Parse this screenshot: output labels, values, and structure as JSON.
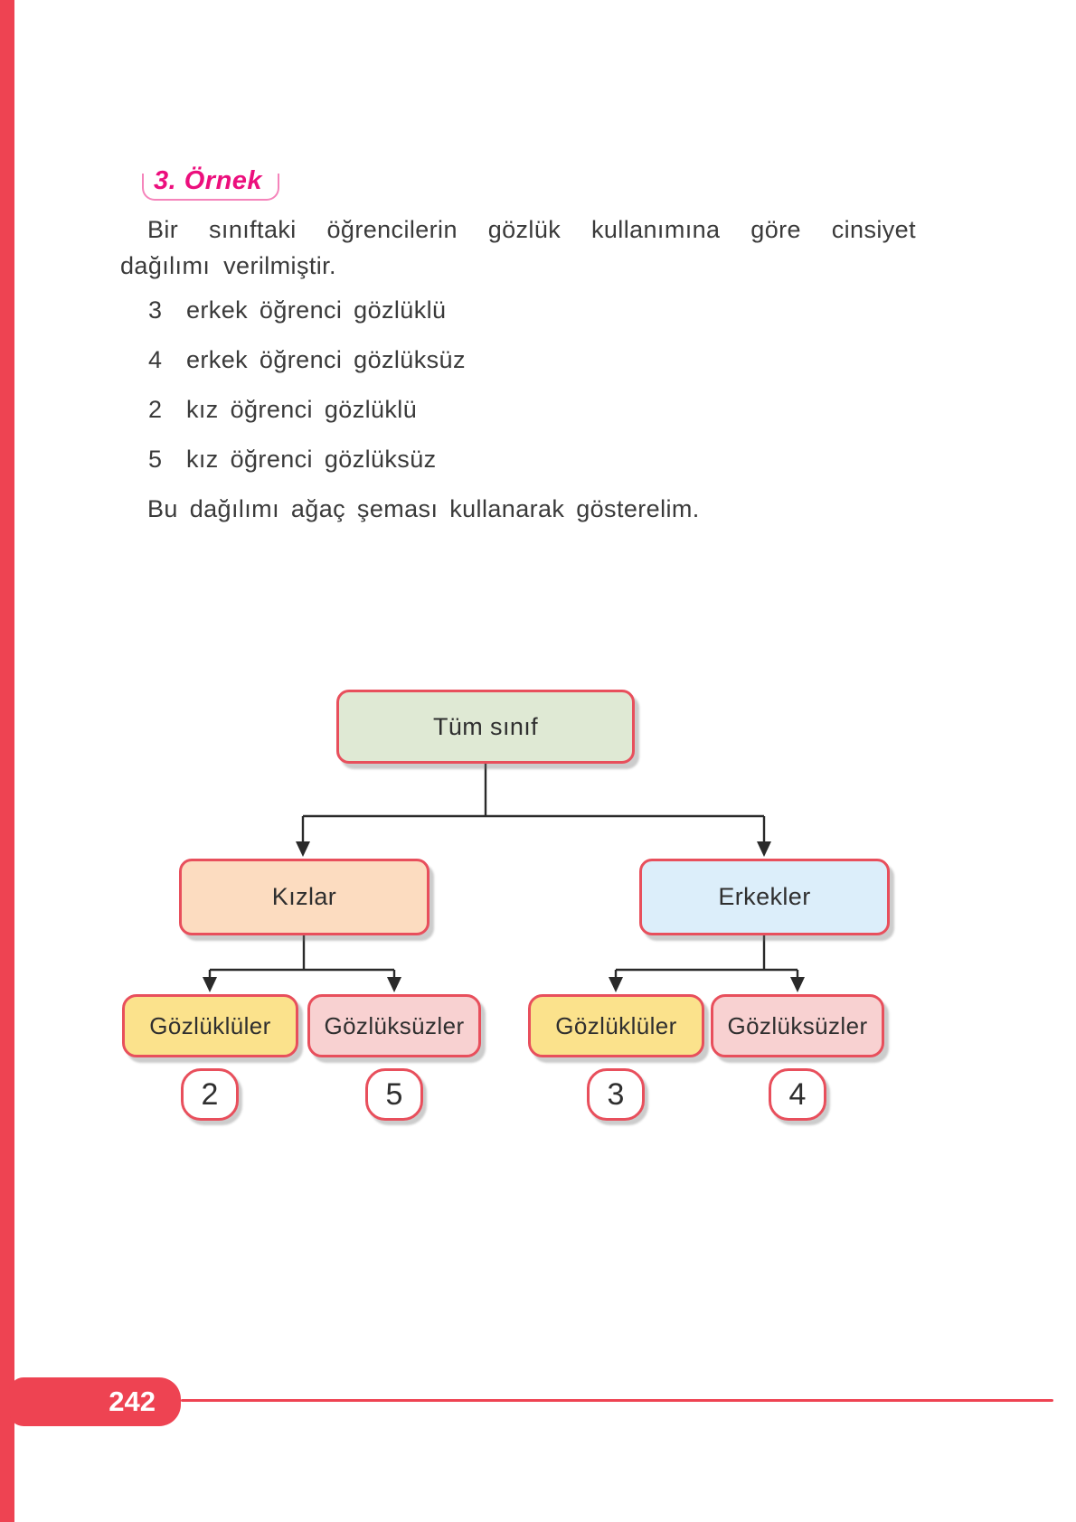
{
  "header": {
    "example_label": "3. Örnek"
  },
  "intro": {
    "text": "Bir sınıftaki öğrencilerin gözlük kullanımına göre cinsiyet dağılımı verilmiştir.",
    "closing": "Bu dağılımı ağaç şeması kullanarak gösterelim."
  },
  "distribution_list": [
    {
      "count": "3",
      "label": "erkek öğrenci gözlüklü"
    },
    {
      "count": "4",
      "label": "erkek öğrenci gözlüksüz"
    },
    {
      "count": "2",
      "label": "kız öğrenci gözlüklü"
    },
    {
      "count": "5",
      "label": "kız öğrenci gözlüksüz"
    }
  ],
  "diagram": {
    "type": "tree",
    "root": {
      "label": "Tüm sınıf"
    },
    "branches": [
      {
        "label": "Kızlar"
      },
      {
        "label": "Erkekler"
      }
    ],
    "leaves": [
      {
        "label": "Gözlüklüler",
        "count": "2",
        "parent": "Kızlar"
      },
      {
        "label": "Gözlüksüzler",
        "count": "5",
        "parent": "Kızlar"
      },
      {
        "label": "Gözlüklüler",
        "count": "3",
        "parent": "Erkekler"
      },
      {
        "label": "Gözlüksüzler",
        "count": "4",
        "parent": "Erkekler"
      }
    ]
  },
  "footer": {
    "page_number": "242"
  },
  "colors": {
    "accent_red": "#ee4352",
    "box_border_red": "#e84f5c",
    "heading_magenta": "#ec0f7d",
    "root_fill_green": "#dfe9d4",
    "girls_fill_peach": "#fcdcc0",
    "boys_fill_blue": "#dceefa",
    "glasses_fill_yellow": "#fbe28c",
    "noglasses_fill_pink": "#f8d1d1",
    "connector_dark": "#2a2a2a"
  }
}
